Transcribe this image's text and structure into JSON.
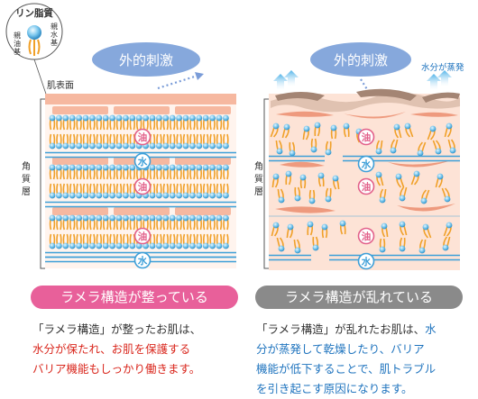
{
  "legend": {
    "title": "リン脂質",
    "hydrophilic": "親水基",
    "lipophilic": "親油基"
  },
  "left_panel": {
    "stimulus": "外的刺激",
    "skin_surface": "肌表面",
    "stratum_corneum": "角質層",
    "oil": "油",
    "water": "水",
    "caption": "ラメラ構造が整っている",
    "desc": {
      "line1": "「ラメラ構造」が整ったお肌は、",
      "line2": "水分が保たれ、お肌を保護する",
      "line3": "バリア機能もしっかり働きます。"
    }
  },
  "right_panel": {
    "stimulus": "外的刺激",
    "evaporation": "水分が蒸発",
    "stratum_corneum": "角質層",
    "oil": "油",
    "water": "水",
    "caption": "ラメラ構造が乱れている",
    "desc": {
      "line1_a": "「ラメラ構造」が乱れたお肌は、",
      "line1_b": "水",
      "line2_a": "分が蒸発して乾燥したり、バリア",
      "line3_a": "機能が低下することで、肌トラブル",
      "line4_a": "を引き起こす原因になります。"
    }
  },
  "colors": {
    "skin_pink": "#f6b8a0",
    "skin_bg": "#fde3d6",
    "lipid_orange": "#f0a028",
    "head_blue": "#5cb8e6",
    "oil_pink": "#e2608a",
    "water_line": "#3d9fd8",
    "stimulus_bubble": "#86a8dc",
    "accent_pink": "#e8609a",
    "accent_gray": "#8a8a8a",
    "red_text": "#d9261c",
    "blue_text": "#1e73be"
  }
}
